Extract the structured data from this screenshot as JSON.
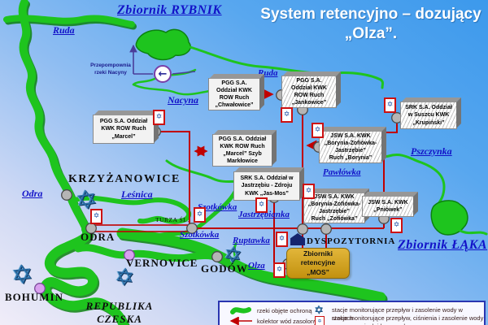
{
  "slide": {
    "title": "System retencyjno – dozujący\n„Olza”."
  },
  "reservoirs": {
    "rybnik": "Zbiornik RYBNIK",
    "laka": "Zbiornik ŁĄKA"
  },
  "rivers": {
    "ruda_west": "Ruda",
    "ruda_east": "Ruda",
    "nacyna": "Nacyna",
    "odra": "Odra",
    "lesnica": "Leśnica",
    "szotkowka_north": "Szotkówka",
    "szotkowka_south": "Szotkówka",
    "jastrzebianka": "Jastrzębianka",
    "ruptawka": "Ruptawka",
    "olza": "Olza",
    "pawlowka": "Pawłówka",
    "pszczynka": "Pszczynka"
  },
  "places": {
    "krzyzanowice": "KRZYŻANOWICE",
    "odra_town": "ODRA",
    "vernovice": "VERNOVICE",
    "godow": "GODÓW",
    "bohumin": "BOHUMIN",
    "republika_czeska": "REPUBLIKA\nCZESKA",
    "turza": "TURZA ŚL."
  },
  "facilities": {
    "przepompownia": "Przepompownia\nrzeki Nacyny",
    "dyspozytornia": "DYSPOZYTORNIA",
    "mos": "Zbiorniki\nretencyjne\n„MOS”",
    "mines": [
      {
        "id": "chwalowice",
        "label": "PGG  S.A.\nOddział KWK\nROW Ruch\n„Chwałowice”"
      },
      {
        "id": "jankowice",
        "label": "PGG  S.A.\nOddział KWK\nROW Ruch\n„Jankowice”"
      },
      {
        "id": "krupinski",
        "label": "SRK  S.A. Oddział\nw Suszcu KWK\n„Krupiński”"
      },
      {
        "id": "marcel",
        "label": "PGG  S.A. Oddział\nKWK ROW Ruch\n„Marcel”"
      },
      {
        "id": "marcel_szyb",
        "label": "PGG  S.A. Oddział\nKWK ROW Ruch\n„Marcel” Szyb\nMarkłowice"
      },
      {
        "id": "borynia",
        "label": "JSW S.A.  KWK\n„Borynia-Zofiówka-\nJastrzębie”\nRuch „Borynia”"
      },
      {
        "id": "jas_mos",
        "label": "SRK  S.A. Oddział w\nJastrzębiu - Zdroju\nKWK „Jas-Mos”"
      },
      {
        "id": "zofiowka",
        "label": "JSW S.A.  KWK\n„Borynia-Zofiówka-\nJastrzębie”\nRuch „Zofiówka”"
      },
      {
        "id": "pniowek",
        "label": "JSW S.A.  KWK\n„Pniówek”"
      }
    ]
  },
  "legend": {
    "rivers_protected": "rzeki  objęte ochroną",
    "collector": "kolektor wód zasolonych",
    "stations_rivers": "stacje monitorujące przepływ i zasolenie wody w rzekach",
    "stations_pumps": "stacje monitorujące przepływ, ciśnienia i zasolenie wody\nw pompowniach i komorach"
  },
  "icons": {
    "station_star": "✡",
    "pump_arrow": "←"
  },
  "colors": {
    "river_green": "#1ec41e",
    "river_shadow": "#0c820f",
    "collector_red": "#c00000",
    "label_blue": "#1212c8",
    "mos_gold": "#d9a41e",
    "pump_purple": "#7a3fa8",
    "sky_top": "#3c99ec",
    "sky_bottom": "#f1edf8"
  }
}
